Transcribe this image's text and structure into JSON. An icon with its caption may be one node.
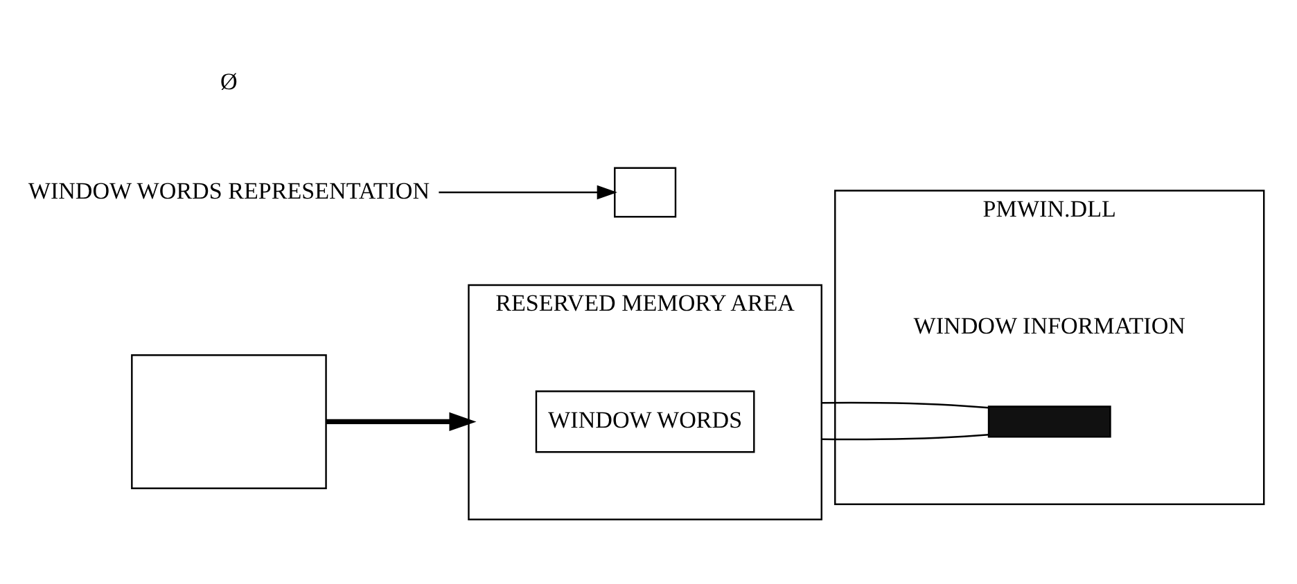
{
  "diagram": {
    "nodes": [
      {
        "text": [],
        "shape": "box"
      },
      {
        "text": [],
        "shape": "box"
      },
      {
        "text": [
          "WINDOW WORDS REPRESENTATION"
        ]
      },
      {
        "text": [
          "RESERVED MEMORY AREA"
        ]
      },
      {
        "text": [
          "WINDOW WORDS"
        ],
        "in": 3
      },
      {
        "text": [
          "PMWIN.DLL"
        ]
      },
      {
        "text": [],
        "shape": "bar",
        "in": 5,
        "beside": [
          "WINDOW INFORMATION"
        ]
      }
    ],
    "edges": [
      {
        "from": 0,
        "to": 3,
        "arrow": "to",
        "style": "thick"
      },
      {
        "from": 2,
        "to": 1,
        "arrow": "to"
      },
      {
        "from": 3,
        "to": 6,
        "arrow": "none"
      },
      {
        "from": 3,
        "to": 6,
        "arrow": "none"
      }
    ],
    "labels": [
      "Ø"
    ]
  }
}
